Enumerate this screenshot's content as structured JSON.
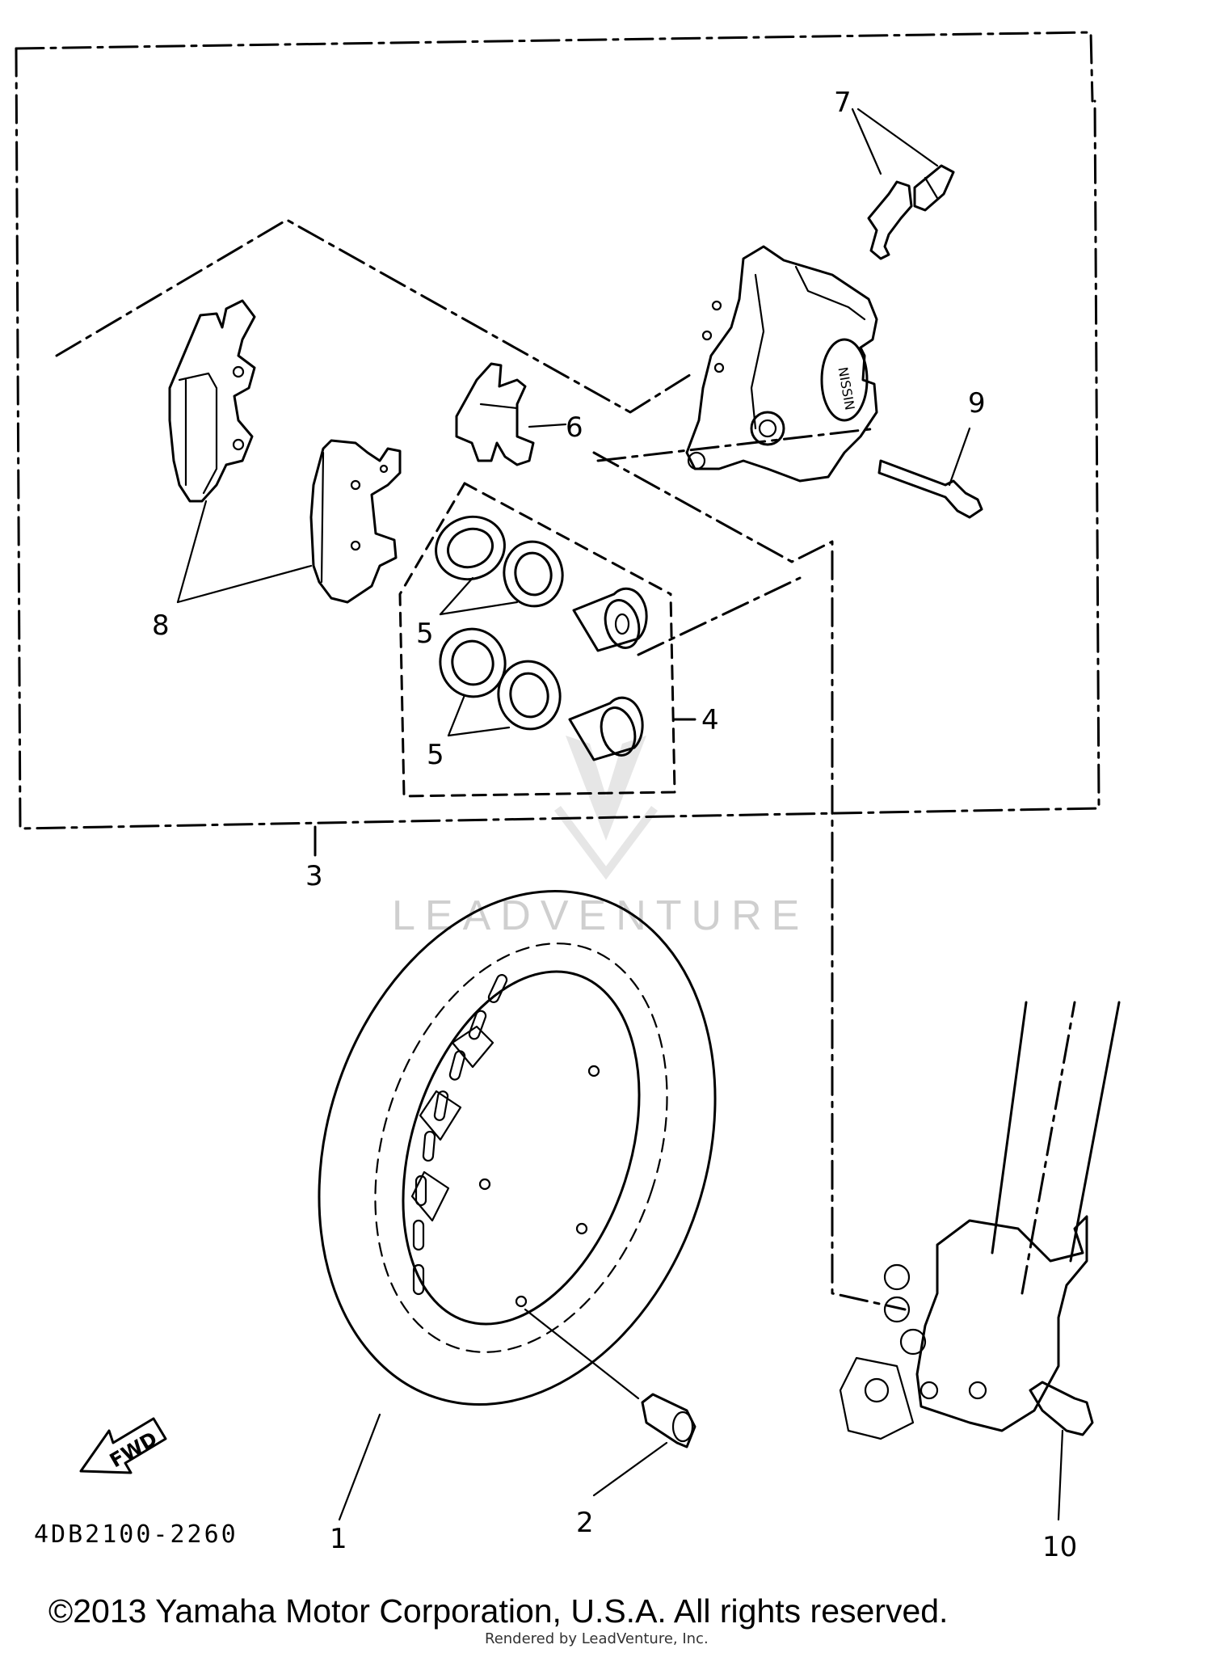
{
  "diagram": {
    "part_number": "4DB2100-2260",
    "watermark": "LEADVENTURE",
    "fwd_label": "FWD",
    "caliper_brand": "NISSIN",
    "callouts": {
      "c1": "1",
      "c2": "2",
      "c3": "3",
      "c4": "4",
      "c5a": "5",
      "c5b": "5",
      "c6": "6",
      "c7": "7",
      "c8": "8",
      "c9": "9",
      "c10": "10"
    }
  },
  "footer": {
    "copyright": "©2013 Yamaha Motor Corporation, U.S.A. All rights reserved.",
    "rendered_by": "Rendered by LeadVenture, Inc."
  }
}
